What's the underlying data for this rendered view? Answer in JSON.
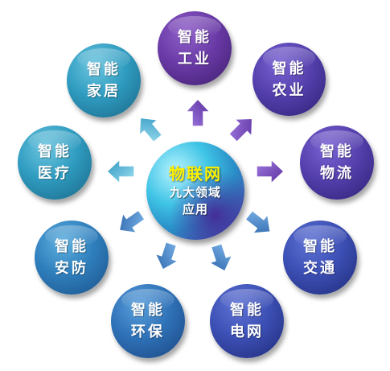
{
  "center": {
    "title": "物联网",
    "subtitle_line1": "九大领域",
    "subtitle_line2": "应用"
  },
  "nodes": [
    {
      "id": "industry",
      "line1": "智能",
      "line2": "工业"
    },
    {
      "id": "agriculture",
      "line1": "智能",
      "line2": "农业"
    },
    {
      "id": "logistics",
      "line1": "智能",
      "line2": "物流"
    },
    {
      "id": "transportation",
      "line1": "智能",
      "line2": "交通"
    },
    {
      "id": "power-grid",
      "line1": "智能",
      "line2": "电网"
    },
    {
      "id": "environment",
      "line1": "智能",
      "line2": "环保"
    },
    {
      "id": "security",
      "line1": "智能",
      "line2": "安防"
    },
    {
      "id": "healthcare",
      "line1": "智能",
      "line2": "医疗"
    },
    {
      "id": "home",
      "line1": "智能",
      "line2": "家居"
    }
  ],
  "colors": {
    "center_title": "#fff200",
    "arrow_purple": "#7a4fc0",
    "arrow_blue": "#3f82c8",
    "arrow_teal": "#4fb6d8"
  }
}
